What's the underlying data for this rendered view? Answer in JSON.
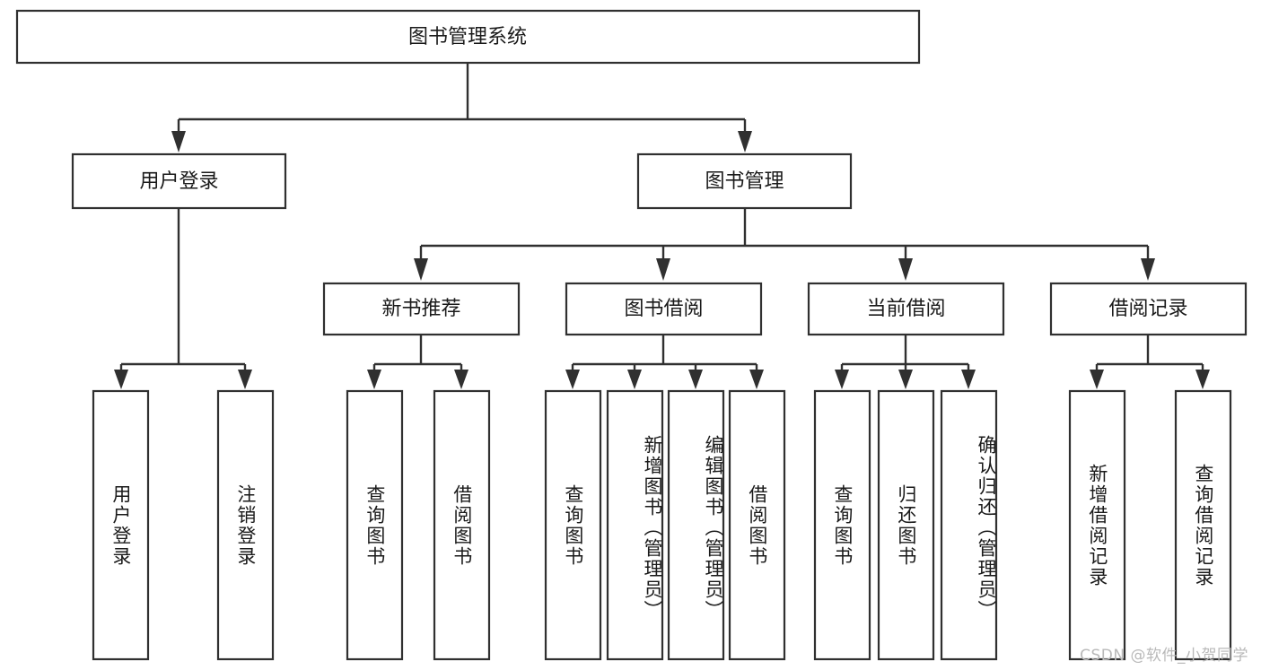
{
  "diagram": {
    "title_node": {
      "label": "图书管理系统"
    },
    "level2": [
      {
        "id": "user-login",
        "label": "用户登录"
      },
      {
        "id": "book-manage",
        "label": "图书管理"
      }
    ],
    "level3": [
      {
        "id": "new-book-recommend",
        "label": "新书推荐"
      },
      {
        "id": "book-borrow",
        "label": "图书借阅"
      },
      {
        "id": "current-borrow",
        "label": "当前借阅"
      },
      {
        "id": "borrow-record",
        "label": "借阅记录"
      }
    ],
    "leaves": {
      "user_login": [
        {
          "id": "leaf-user-login",
          "label": "用户登录"
        },
        {
          "id": "leaf-logout-login",
          "label": "注销登录"
        }
      ],
      "new_book_recommend": [
        {
          "id": "leaf-query-book-1",
          "label": "查询图书"
        },
        {
          "id": "leaf-borrow-book-1",
          "label": "借阅图书"
        }
      ],
      "book_borrow": [
        {
          "id": "leaf-query-book-2",
          "label": "查询图书"
        },
        {
          "id": "leaf-add-book",
          "label": "新增图书（管理员）"
        },
        {
          "id": "leaf-edit-book",
          "label": "编辑图书（管理员）"
        },
        {
          "id": "leaf-borrow-book-2",
          "label": "借阅图书"
        }
      ],
      "current_borrow": [
        {
          "id": "leaf-query-book-3",
          "label": "查询图书"
        },
        {
          "id": "leaf-return-book",
          "label": "归还图书"
        },
        {
          "id": "leaf-confirm-return",
          "label": "确认归还（管理员）"
        }
      ],
      "borrow_record": [
        {
          "id": "leaf-add-record",
          "label": "新增借阅记录"
        },
        {
          "id": "leaf-query-record",
          "label": "查询借阅记录"
        }
      ]
    }
  },
  "watermark": {
    "text": "CSDN @软件_小贺同学"
  },
  "colors": {
    "background": "#ffffff",
    "box_stroke": "#303030",
    "box_fill": "#ffffff",
    "text": "#1a1a1a",
    "watermark_text": "#b9b9b9"
  }
}
